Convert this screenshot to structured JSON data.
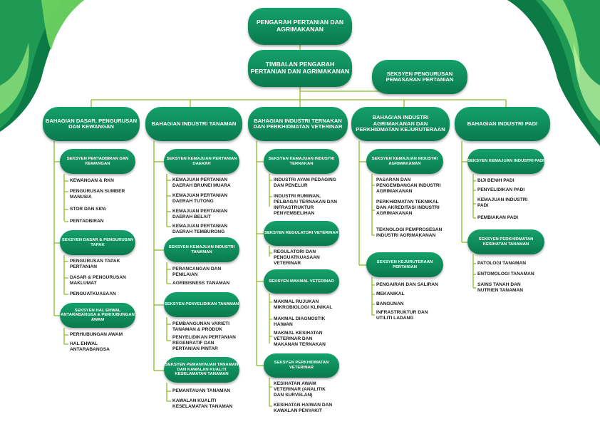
{
  "colors": {
    "primary": "#0a7a4e",
    "primary_light": "#15a06a",
    "connector": "#8bbb2a",
    "text": "#1b1b1b"
  },
  "top": {
    "director": "PENGARAH PERTANIAN DAN AGRIMAKANAN",
    "deputy": "TIMBALAN PENGARAH PERTANIAN DAN AGRIMAKANAN",
    "marketing": "SEKSYEN PENGURUSAN PEMASARAN PERTANIAN"
  },
  "divisions": [
    {
      "name": "BAHAGIAN DASAR. PENGURUSAN DAN KEWANGAN",
      "sections": [
        {
          "name": "SEKSYEN PENTADBIRAN DAN KEWANGAN",
          "items": [
            "KEWANGAN & RKN",
            "PENGURUSAN SUMBER MANUSIA",
            "STOR DAN SIPA",
            "PENTADBIRAN"
          ]
        },
        {
          "name": "SEKSYEN DASAR & PENGURUSAN TAPAK",
          "items": [
            "PENGURUSAN TAPAK PERTANIAN",
            "DASAR & PENGURUSAN MAKLUMAT",
            "PENGUATKUASAAN"
          ]
        },
        {
          "name": "SEKSYEN HAL EHWAL ANTARABANGSA & PERHUBUNGAN AWAM",
          "items": [
            "PERHUBUNGAN AWAM",
            "HAL EHWAL ANTARABANGSA"
          ]
        }
      ]
    },
    {
      "name": "BAHAGIAN INDUSTRI TANAMAN",
      "sections": [
        {
          "name": "SEKSYEN KEMAJUAN PERTANIAN DAERAH",
          "items": [
            "KEMAJUAN PERTANIAN DAERAH BRUNEI MUARA",
            "KEMAJUAN PERTANIAN DAERAH TUTONG",
            "KEMAJUAN PERTANIAN DAERAH BELAIT",
            "KEMAJUAN PERTANIAN DAERAH TEMBURONG"
          ]
        },
        {
          "name": "SEKSYEN KEMAJUAN INDUSTRI TANAMAN",
          "items": [
            "PERANCANGAN DAN PENILAIAN",
            "AGRIBISNESS TANAMAN"
          ]
        },
        {
          "name": "SEKSYEN PENYELIDIKAN TANAMAN",
          "items": [
            "PEMBANGUNAN VARIETI TANAMAN & PRODUK",
            "PENYELIDIKAN PERTANIAN REGENRATIF DAN PERTANIAN PINTAR"
          ]
        },
        {
          "name": "SEKSYEN PEMANTAUAN TANAMAN DAN KAWALAN KUALITI KESELAMATAN TANAMAN",
          "items": [
            "PEMANTAUAN TANAMAN",
            "KAWALAN KUALITI KESELAMATAN TANAMAN"
          ]
        }
      ]
    },
    {
      "name": "BAHAGIAN INDUSTRI TERNAKAN DAN PERKHIDMATAN VETERINAR",
      "sections": [
        {
          "name": "SEKSYEN KEMAJUAN INDUSTRI TERNAKAN",
          "items": [
            "INDUSTRI AYAM PEDAGING DAN PENELUR",
            "INDUSTRI RUMINAN, PELBAGAI TERNAKAN DAN INFRASTRUKTUR PENYEMBELIHAN"
          ]
        },
        {
          "name": "SEKSYEN REGULATORI VETERINAR",
          "items": [
            "REGULATORI DAN PENGUATKUASAAN VETERINAR"
          ]
        },
        {
          "name": "SEKSYEN MAKMAL VETERINAR",
          "items": [
            "MAKMAL RUJUKAN MIKROBIOLOGI KLINIKAL",
            "MAKMAL DIAGNOSTIK HAIWAN",
            "MAKMAL KESIHATAN VETERINAR DAN MAKANAN TERNAKAN"
          ]
        },
        {
          "name": "SEKSYEN PERKHIDMATAN VETERINAR",
          "items": [
            "KESIHATAN AWAM VETERINAR (ANALITIK DAN SURVELAN)",
            "KESIHATAN HAIWAN DAN KAWALAN PENYAKIT"
          ]
        }
      ]
    },
    {
      "name": "BAHAGIAN INDUSTRI AGRIMAKANAN DAN PERKHIDMATAN KEJURUTERAAN",
      "sections": [
        {
          "name": "SEKSYEN KEMAJUAN INDUSTRI AGRIMAKANAN",
          "items": [
            "PASARAN DAN PENGEMBANGAN INDUSTRI AGRIMAKANAN",
            "PERKHIDMATAN TEKNIKAL DAN AKREDITASI INDUSTRI AGRIMAKANAN",
            "TEKNOLOGI PEMPROSESAN INDUSTRI AGRIMAKANAN"
          ]
        },
        {
          "name": "SEKSYEN KEJURUTERAAN PERTANIAN",
          "items": [
            "PENGAIRAN DAN SALIRAN",
            "MEKANIKAL",
            "BANGUNAN",
            "INFRASTRUKTUR DAN UTILITI LADANG"
          ]
        }
      ]
    },
    {
      "name": "BAHAGIAN INDUSTRI PADI",
      "sections": [
        {
          "name": "SEKSYEN KEMAJUAN INDUSTRI PADI",
          "items": [
            "BIJI BENIH PADI",
            "PENYELIDIKAN PADI",
            "KEMAJUAN INDUSTRI PADI",
            "PEMBIAKAN PADI"
          ]
        },
        {
          "name": "SEKSYEN PERKHIDMATAN KESIHATAN TANAMAN",
          "items": [
            "PATOLOGI TANAMAN",
            "ENTOMOLOGI TANAMAN",
            "SAINS TANAH DAN NUTRIEN TANAMAN"
          ]
        }
      ]
    }
  ]
}
